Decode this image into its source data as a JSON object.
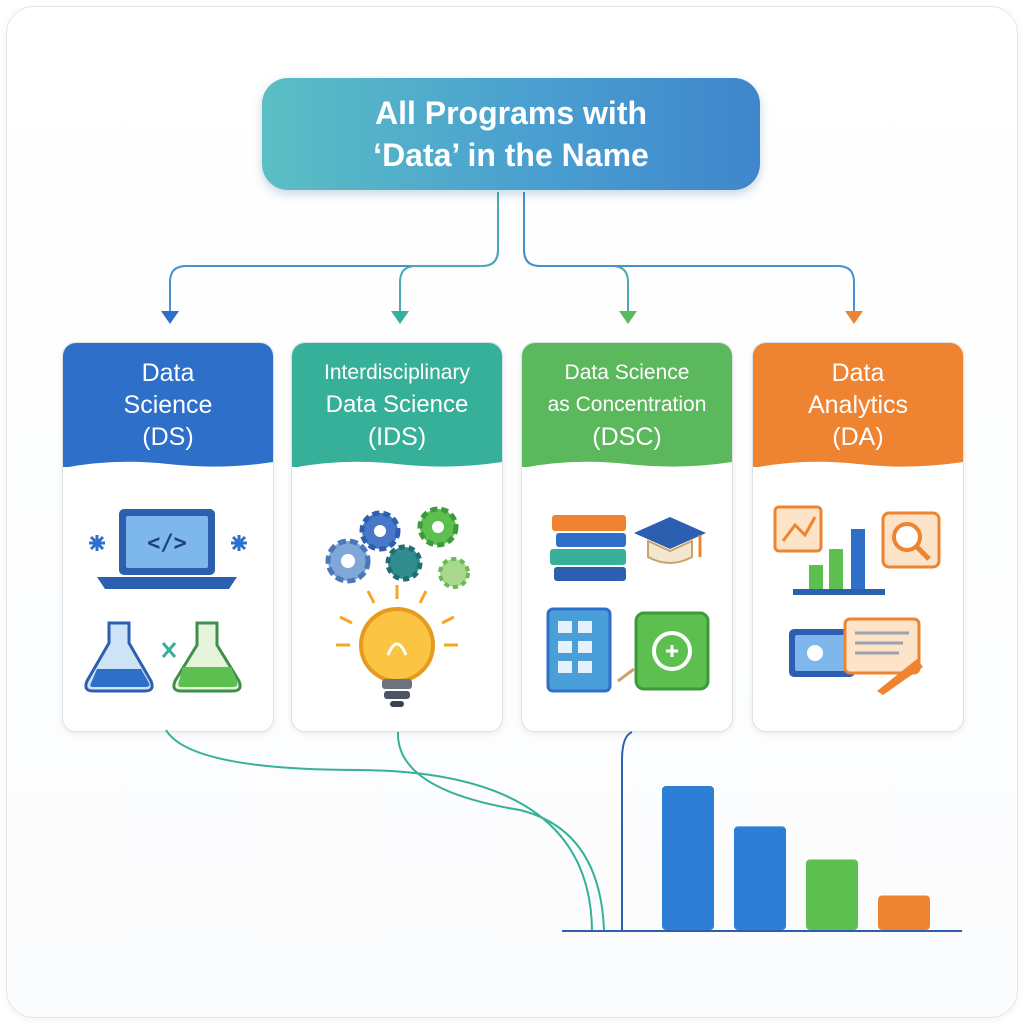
{
  "root": {
    "line1": "All Programs with",
    "line2": "‘Data’ in the Name"
  },
  "cards": [
    {
      "lines": [
        "Data",
        "Science",
        "(DS)"
      ],
      "color": "#2d6fc9",
      "icon": "laptop-code-and-flasks-icon"
    },
    {
      "lines": [
        "Interdisciplinary",
        "Data Science",
        "(IDS)"
      ],
      "color": "#37b09a",
      "icon": "gears-and-lightbulb-icon"
    },
    {
      "lines": [
        "Data Science",
        "as Concentration",
        "(DSC)"
      ],
      "color": "#5cb85c",
      "icon": "books-and-graduation-cap-icon"
    },
    {
      "lines": [
        "Data",
        "Analytics",
        "(DA)"
      ],
      "color": "#ee8432",
      "icon": "analytics-charts-icon"
    }
  ],
  "chart_data": {
    "type": "bar",
    "categories": [
      "",
      "",
      "",
      ""
    ],
    "values": [
      100,
      72,
      49,
      24
    ],
    "colors": [
      "#2d7fd6",
      "#2d7fd6",
      "#5cbf4f",
      "#ee8432"
    ],
    "title": "",
    "xlabel": "",
    "ylabel": "",
    "ylim": [
      0,
      100
    ],
    "grid": false
  }
}
